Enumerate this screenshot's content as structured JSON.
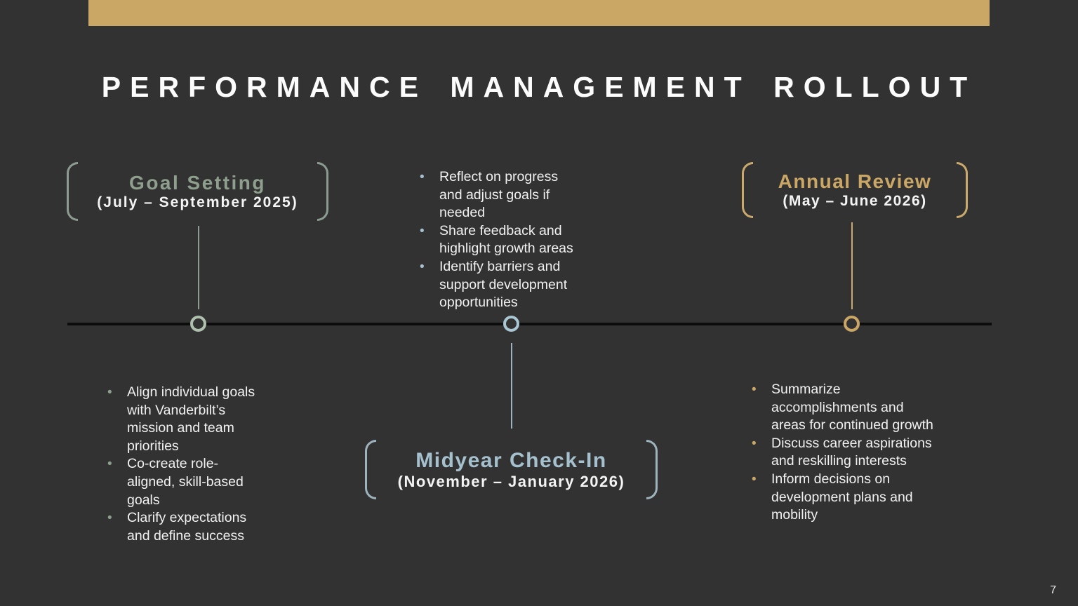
{
  "slide": {
    "title": "PERFORMANCE MANAGEMENT ROLLOUT",
    "page_number": "7",
    "colors": {
      "background": "#333232",
      "top_bar": "#CBA766",
      "timeline_line": "#0C0C0C",
      "goal_accent": "#8E9F8D",
      "midyear_accent": "#A6C1CE",
      "annual_accent": "#CBA766",
      "body_text": "#F1F1F1"
    },
    "phases": [
      {
        "name": "Goal Setting",
        "dates": "(July – September 2025)",
        "bullets": [
          "Align individual goals with Vanderbilt’s mission and team priorities",
          "Co-create role-aligned, skill-based goals",
          "Clarify expectations and define success"
        ]
      },
      {
        "name": "Midyear Check-In",
        "dates": "(November – January 2026)",
        "bullets": [
          "Reflect on progress and adjust goals if needed",
          "Share feedback and highlight growth areas",
          "Identify barriers and support development opportunities"
        ]
      },
      {
        "name": "Annual Review",
        "dates": "(May – June 2026)",
        "bullets": [
          "Summarize accomplishments and areas for continued growth",
          "Discuss career aspirations and reskilling interests",
          "Inform decisions on development plans and mobility"
        ]
      }
    ]
  }
}
